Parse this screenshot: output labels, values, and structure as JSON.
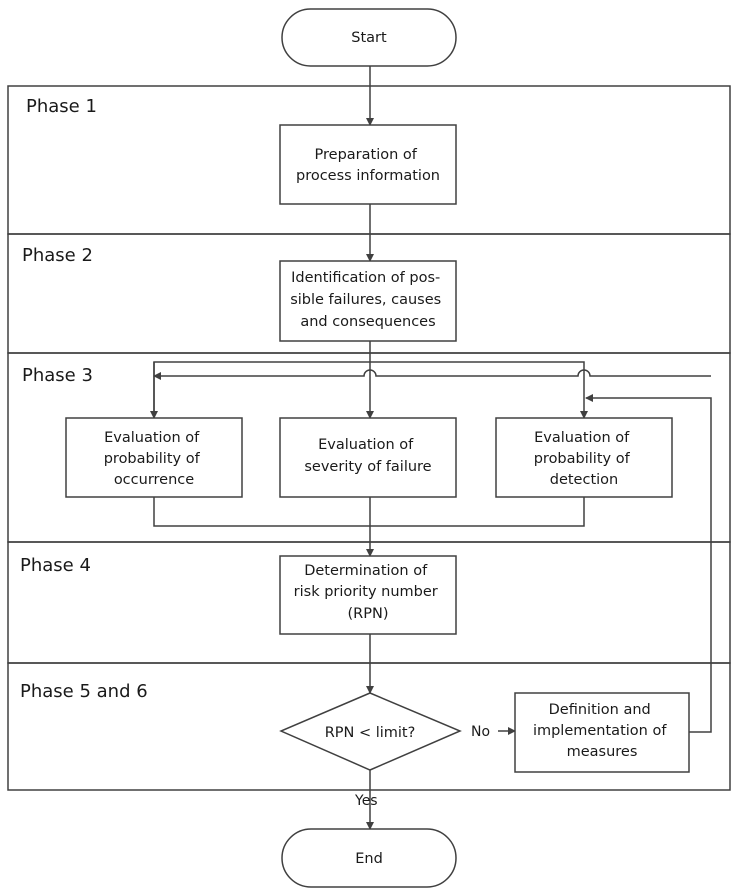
{
  "diagram": {
    "phases": [
      "Phase 1",
      "Phase 2",
      "Phase 3",
      "Phase 4",
      "Phase 5 and 6"
    ],
    "nodes": {
      "start": {
        "lines": [
          "Start"
        ],
        "shape": "terminator"
      },
      "preparation": {
        "lines": [
          "Preparation of",
          "process information"
        ],
        "shape": "process"
      },
      "identification": {
        "lines": [
          "Identification of pos-",
          "sible failures, causes",
          "and consequences"
        ],
        "shape": "process"
      },
      "occurrence": {
        "lines": [
          "Evaluation of",
          "probability of",
          "occurrence"
        ],
        "shape": "process"
      },
      "severity": {
        "lines": [
          "Evaluation of",
          "severity of failure"
        ],
        "shape": "process"
      },
      "detection": {
        "lines": [
          "Evaluation of",
          "probability of",
          "detection"
        ],
        "shape": "process"
      },
      "rpn": {
        "lines": [
          "Determination of",
          "risk priority number",
          "(RPN)"
        ],
        "shape": "process"
      },
      "decision": {
        "lines": [
          "RPN < limit?"
        ],
        "shape": "decision"
      },
      "measures": {
        "lines": [
          "Definition and",
          "implementation of",
          "measures"
        ],
        "shape": "process"
      },
      "end": {
        "lines": [
          "End"
        ],
        "shape": "terminator"
      }
    },
    "edge_labels": {
      "no": "No",
      "yes": "Yes"
    },
    "colors": {
      "stroke": "#404040",
      "text": "#1a1a1a",
      "background": "#ffffff"
    }
  }
}
